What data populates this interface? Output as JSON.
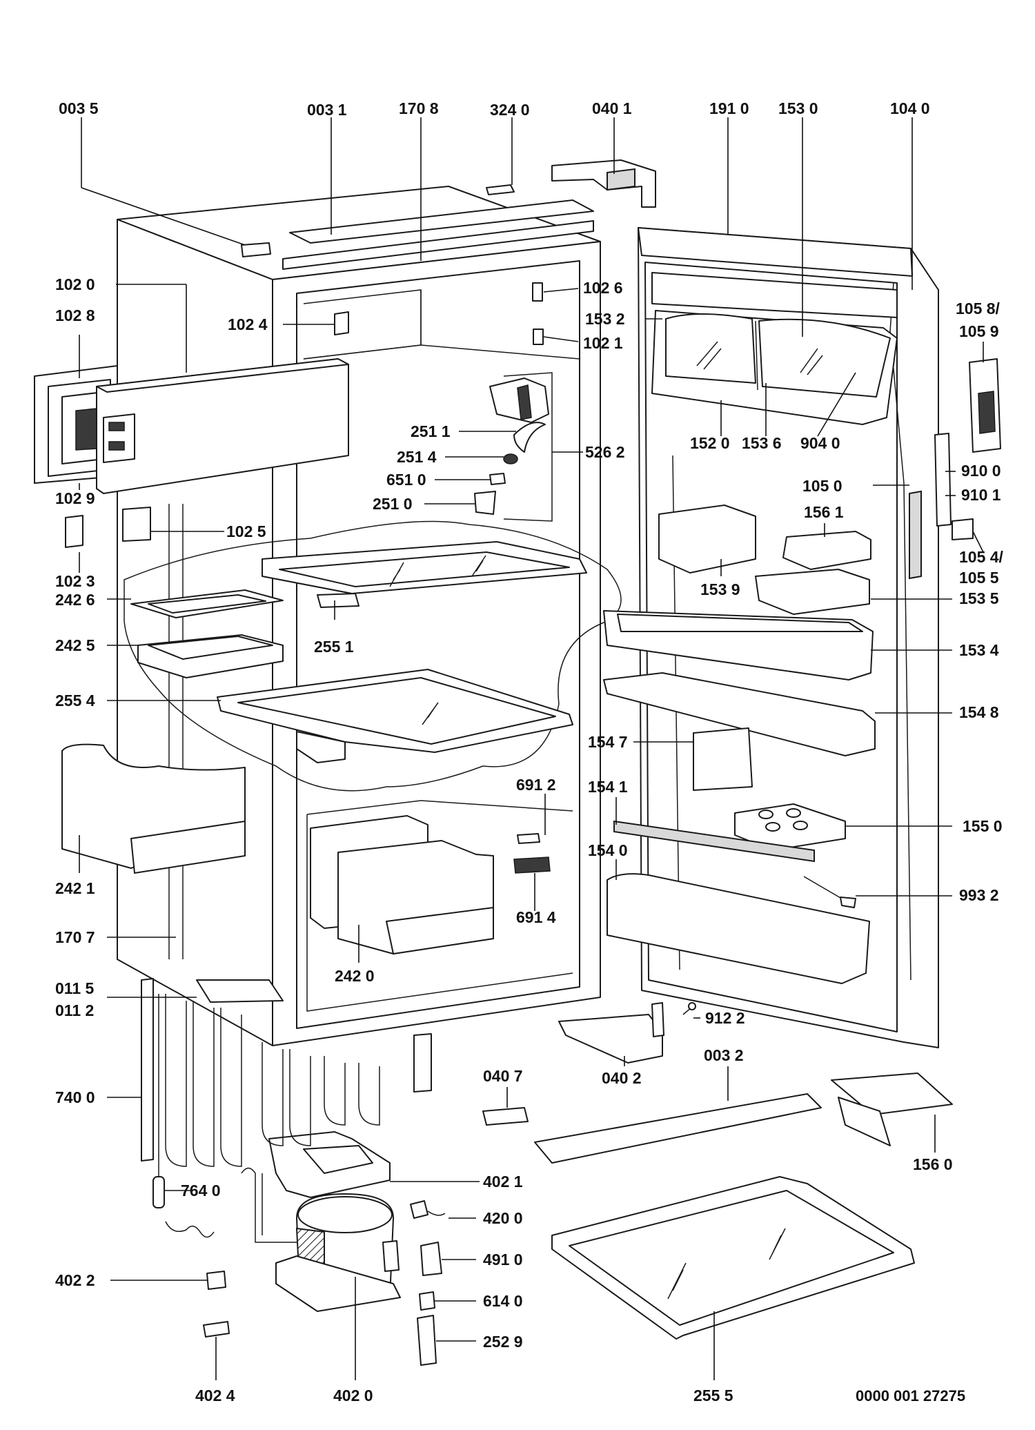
{
  "diagram": {
    "document_number": "0000 001 27275",
    "labels": [
      "003 5",
      "003 1",
      "170 8",
      "324 0",
      "040 1",
      "191 0",
      "153 0",
      "104 0",
      "102 0",
      "102 8",
      "102 4",
      "102 6",
      "153 2",
      "102 1",
      "105 8/",
      "105 9",
      "251 1",
      "251 4",
      "651 0",
      "251 0",
      "526 2",
      "152 0",
      "153 6",
      "904 0",
      "102 9",
      "102 5",
      "102 3",
      "105 0",
      "156 1",
      "910 0",
      "910 1",
      "105 4/",
      "105 5",
      "242 6",
      "242 5",
      "255 1",
      "153 9",
      "153 5",
      "153 4",
      "255 4",
      "154 8",
      "154 7",
      "691 2",
      "154 1",
      "155 0",
      "154 0",
      "993 2",
      "242 1",
      "691 4",
      "170 7",
      "242 0",
      "011 5",
      "011 2",
      "912 2",
      "040 2",
      "003 2",
      "040 7",
      "740 0",
      "156 0",
      "402 1",
      "764 0",
      "420 0",
      "491 0",
      "402 2",
      "614 0",
      "252 9",
      "402 4",
      "402 0",
      "255 5"
    ]
  }
}
